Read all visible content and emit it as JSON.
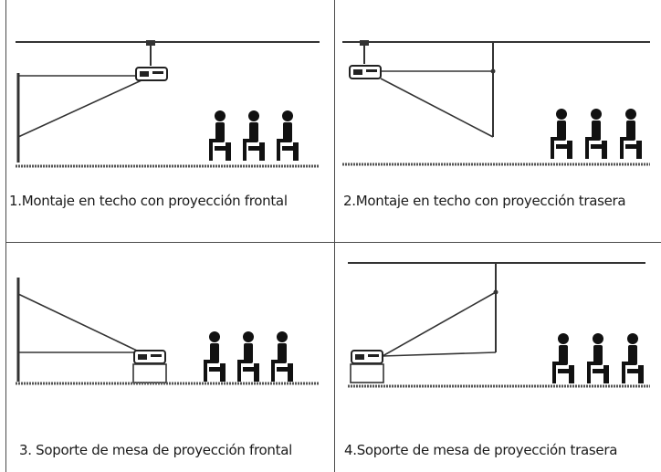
{
  "panels": [
    {
      "caption": "1.Montaje en techo con proyección frontal"
    },
    {
      "caption": "2.Montaje en techo con proyección trasera"
    },
    {
      "caption": "3. Soporte de mesa de proyección frontal"
    },
    {
      "caption": "4.Soporte de mesa de proyección trasera"
    }
  ],
  "colors": {
    "line": "#333333",
    "figure": "#111111",
    "floor": "#555555",
    "border": "#4a4a4a"
  }
}
